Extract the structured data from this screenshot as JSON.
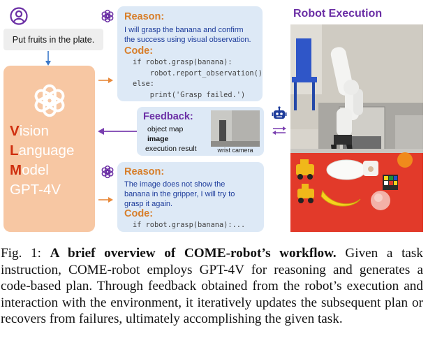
{
  "user": {
    "instruction": "Put fruits in the plate."
  },
  "vlm": {
    "lines": [
      {
        "cap": "V",
        "rest": "ision"
      },
      {
        "cap": "L",
        "rest": "anguage"
      },
      {
        "cap": "M",
        "rest": "odel"
      },
      {
        "cap": "",
        "rest": "GPT-4V"
      }
    ]
  },
  "reasoning_1": {
    "reason_label": "Reason:",
    "reason_lines": [
      "I will grasp the banana and confirm",
      "the success using visual observation."
    ],
    "code_label": "Code:",
    "code_lines": [
      "if robot.grasp(banana):",
      "    robot.report_observation()",
      "else:",
      "    print('Grasp failed.')"
    ]
  },
  "feedback": {
    "title": "Feedback:",
    "items": [
      "object map",
      "image",
      "execution result"
    ],
    "camera_caption": "wrist camera"
  },
  "reasoning_2": {
    "reason_label": "Reason:",
    "reason_lines": [
      "The image does not show the",
      "banana in the gripper, I will try to",
      "grasp it again."
    ],
    "code_label": "Code:",
    "code_lines": [
      "if robot.grasp(banana):..."
    ]
  },
  "robot": {
    "title": "Robot Execution"
  },
  "caption": {
    "prefix": "Fig. 1: ",
    "bold": "A brief overview of COME-robot’s workflow.",
    "text": " Given a task instruction, COME-robot employs GPT-4V for reasoning and generates a code-based plan. Through feedback obtained from the robot’s execution and interaction with the environment, it iteratively updates the subsequent plan or recovers from failures, ultimately accomplishing the given task."
  },
  "colors": {
    "vlm_panel": "#f7c7a3",
    "vlm_accent": "#cf2e0e",
    "reason_box": "#dde9f6",
    "reason_heading": "#d77e2a",
    "reason_text": "#1d3c9b",
    "feedback_title": "#6b2fa5",
    "arrow_orange": "#e8893a",
    "arrow_blue": "#3a78c9",
    "arrow_purple": "#7a3fb0"
  }
}
